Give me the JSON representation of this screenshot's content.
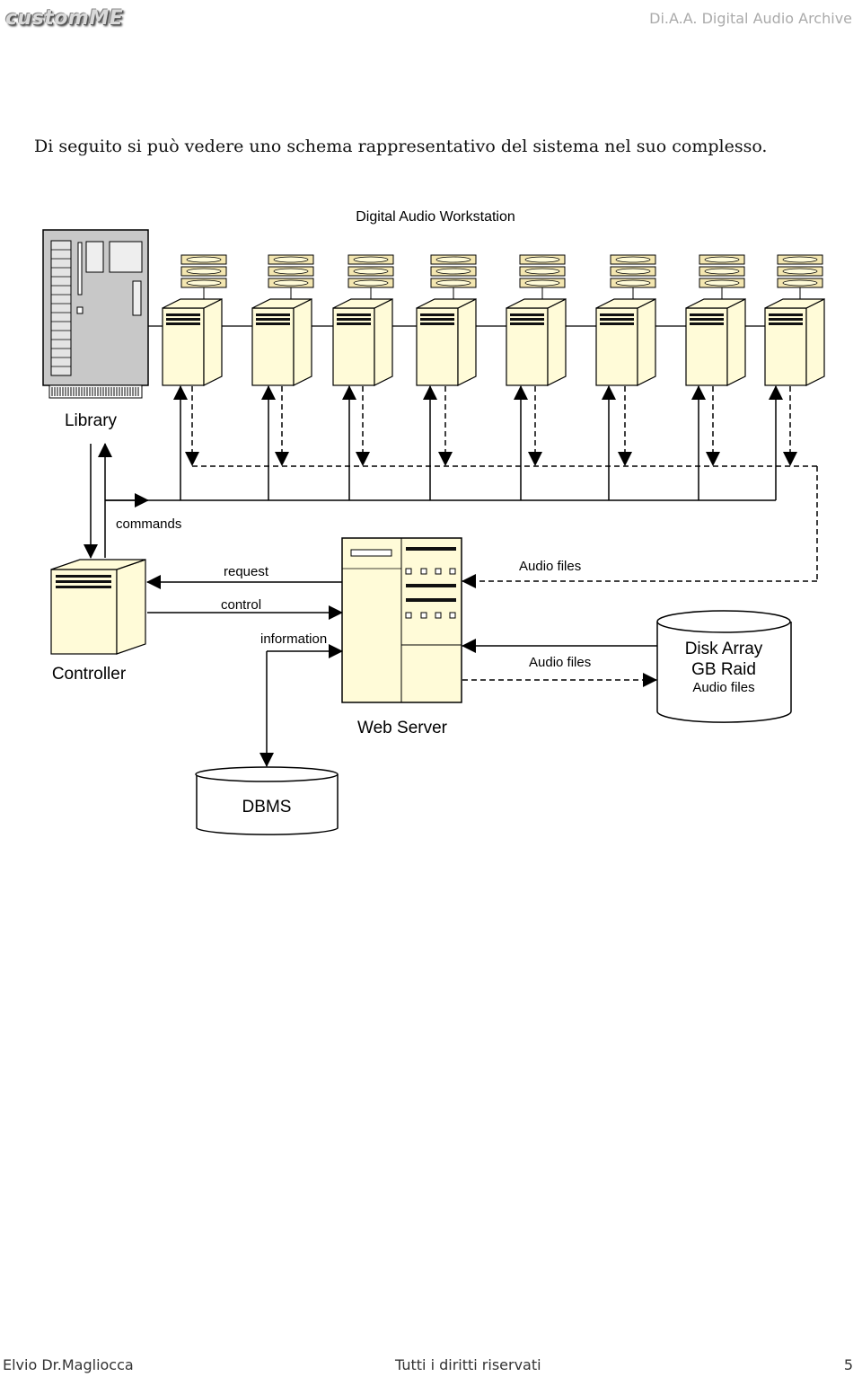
{
  "header": {
    "logo_text": "customME",
    "doc_title": "Di.A.A. Digital Audio Archive"
  },
  "intro_text": "Di seguito si può vedere uno schema rappresentativo del sistema nel suo complesso.",
  "diagram": {
    "workstation_label": "Digital Audio Workstation",
    "library_label": "Library",
    "commands_label": "commands",
    "controller_label": "Controller",
    "request_label": "request",
    "control_label": "control",
    "information_label": "information",
    "audio_files_top_label": "Audio files",
    "audio_files_mid_label": "Audio files",
    "web_server_label": "Web Server",
    "disk_array_line1": "Disk Array",
    "disk_array_line2": "GB Raid",
    "disk_array_line3": "Audio files",
    "dbms_label": "DBMS"
  },
  "footer": {
    "author": "Elvio Dr.Magliocca",
    "rights": "Tutti i diritti riservati",
    "page_number": "5"
  }
}
